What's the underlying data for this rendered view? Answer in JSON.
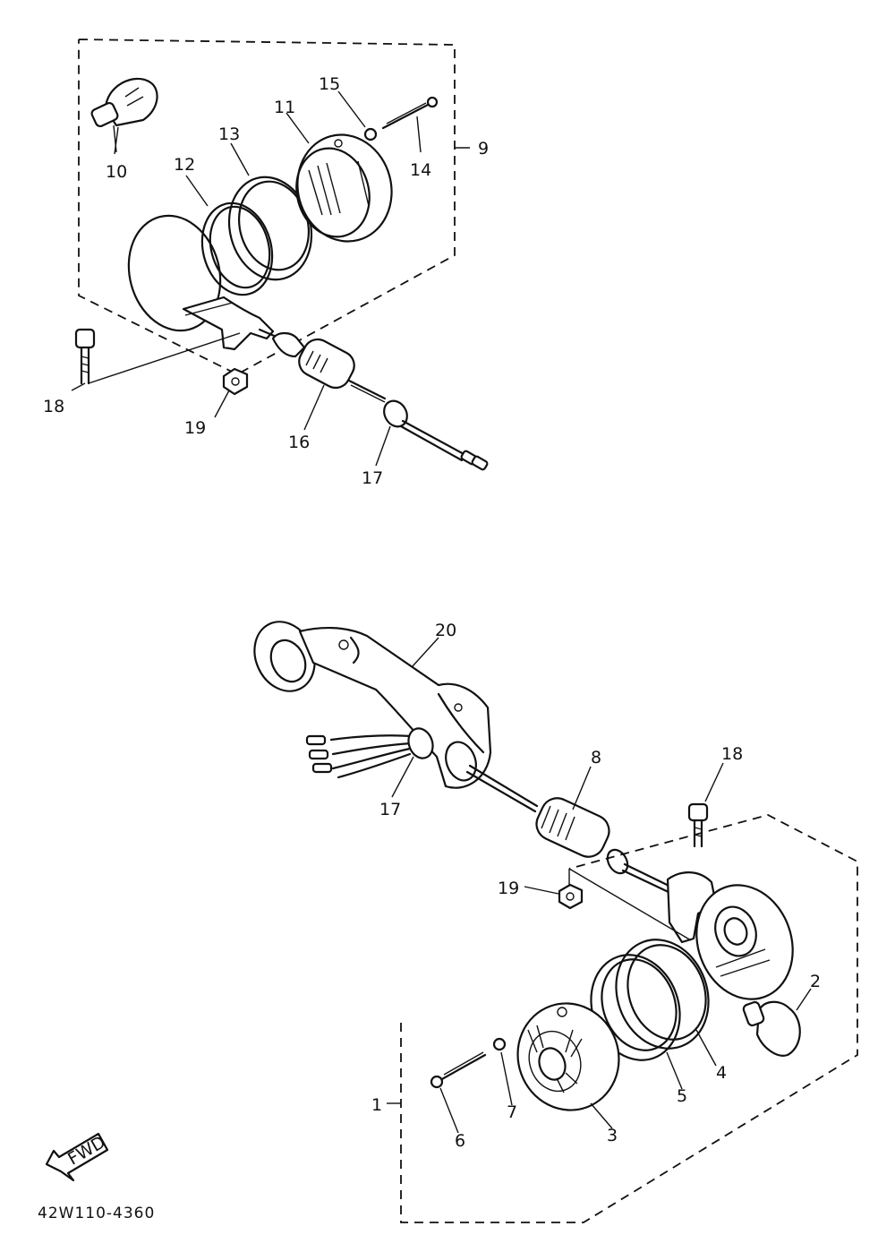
{
  "diagram": {
    "code": "42W110-4360",
    "fwd_label": "FWD",
    "callouts": {
      "c1": "1",
      "c2": "2",
      "c3": "3",
      "c4": "4",
      "c5": "5",
      "c6": "6",
      "c7": "7",
      "c8": "8",
      "c9": "9",
      "c10": "10",
      "c11": "11",
      "c12": "12",
      "c13": "13",
      "c14": "14",
      "c15": "15",
      "c16": "16",
      "c17a": "17",
      "c17b": "17",
      "c18a": "18",
      "c18b": "18",
      "c19a": "19",
      "c19b": "19",
      "c20": "20"
    }
  }
}
